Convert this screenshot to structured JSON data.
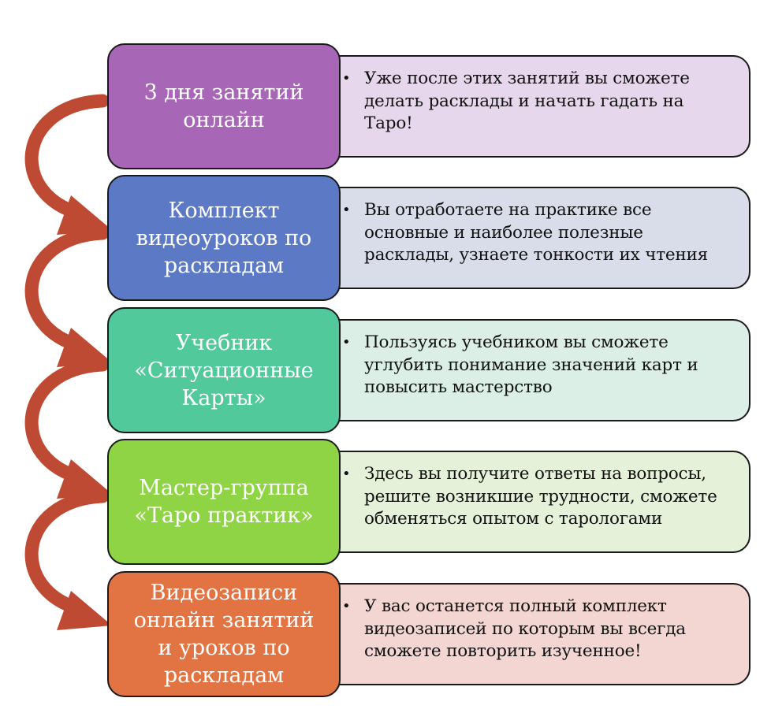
{
  "steps": [
    {
      "title": "3 дня занятий\nонлайн",
      "detail": "Уже после этих занятий вы сможете делать расклады и начать гадать на Таро!",
      "title_color": "#a866b6",
      "detail_color": "#e7d7ec"
    },
    {
      "title": "Комплект\nвидеоуроков по\nраскладам",
      "detail": "Вы отработаете на практике все основные и наиболее полезные расклады, узнаете тонкости их чтения",
      "title_color": "#5b79c4",
      "detail_color": "#d8dde9"
    },
    {
      "title": "Учебник\n«Ситуационные\nКарты»",
      "detail": "Пользуясь учебником вы сможете углубить понимание значений карт и повысить мастерство",
      "title_color": "#52c99a",
      "detail_color": "#dbefe6"
    },
    {
      "title": "Мастер-группа\n«Таро практик»",
      "detail": "Здесь вы получите ответы на вопросы, решите возникшие трудности, сможете обменяться опытом с тарологами",
      "title_color": "#8fd445",
      "detail_color": "#e6f1d9"
    },
    {
      "title": "Видеозаписи\nонлайн занятий\nи уроков по\nраскладам",
      "detail": "У вас останется полный комплект видеозаписей по которым вы всегда сможете повторить изученное!",
      "title_color": "#e27443",
      "detail_color": "#f3d6d2"
    }
  ],
  "arrow_color": "#bf4a33",
  "bullet_symbol": "•"
}
